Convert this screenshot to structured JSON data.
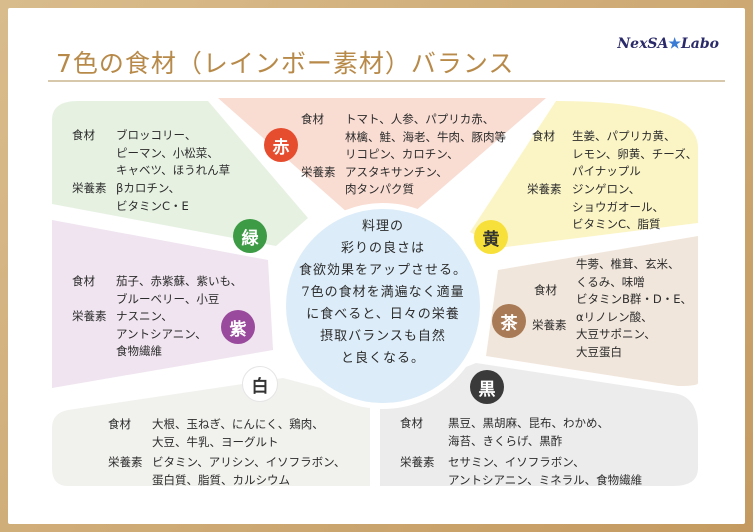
{
  "title": "7色の食材（レインボー素材）バランス",
  "brand": {
    "left": "NexSA",
    "star": "★",
    "right": "Labo"
  },
  "center_text": [
    "料理の",
    "彩りの良さは",
    "食欲効果をアップさせる。",
    "7色の食材を満遍なく適量",
    "に食べると、日々の栄養",
    "摂取バランスも自然",
    "と良くなる。"
  ],
  "labels": {
    "food": "食材",
    "nutrient": "栄養素"
  },
  "colors": {
    "red": "#f9dcd2",
    "yellow": "#fbf5c6",
    "brown": "#f1e6db",
    "black": "#ececec",
    "white": "#f1f2ee",
    "purple": "#efe4ef",
    "green": "#e6f1e2",
    "red_badge": "#e64c2e",
    "yellow_badge": "#f7e03a",
    "brown_badge": "#a87a55",
    "black_badge": "#3a3a3a",
    "white_badge": "#ffffff",
    "purple_badge": "#9a4a9c",
    "green_badge": "#3d9a45",
    "center_fill": "#dcecf8",
    "title": "#b88a4a"
  },
  "segments": {
    "red": {
      "name": "赤",
      "food": [
        "トマト、人参、パプリカ赤、",
        "林檎、鮭、海老、牛肉、豚肉等"
      ],
      "nutrient": [
        "リコピン、カロチン、",
        "アスタキサンチン、",
        "肉タンパク質"
      ]
    },
    "yellow": {
      "name": "黄",
      "food": [
        "生姜、パプリカ黄、",
        "レモン、卵黄、チーズ、",
        "パイナップル"
      ],
      "nutrient": [
        "ジンゲロン、",
        "ショウガオール、",
        "ビタミンC、脂質"
      ]
    },
    "brown": {
      "name": "茶",
      "food": [
        "牛蒡、椎茸、玄米、",
        "くるみ、味噌"
      ],
      "nutrient": [
        "ビタミンB群・D・E、",
        "αリノレン酸、",
        "大豆サポニン、",
        "大豆蛋白"
      ]
    },
    "black": {
      "name": "黒",
      "food": [
        "黒豆、黒胡麻、昆布、わかめ、",
        "海苔、きくらげ、黒酢"
      ],
      "nutrient": [
        "セサミン、イソフラボン、",
        "アントシアニン、ミネラル、食物繊維"
      ]
    },
    "white": {
      "name": "白",
      "food": [
        "大根、玉ねぎ、にんにく、鶏肉、",
        "大豆、牛乳、ヨーグルト"
      ],
      "nutrient": [
        "ビタミン、アリシン、イソフラボン、",
        "蛋白質、脂質、カルシウム"
      ]
    },
    "purple": {
      "name": "紫",
      "food": [
        "茄子、赤紫蘇、紫いも、",
        "ブルーベリー、小豆"
      ],
      "nutrient": [
        "ナスニン、",
        "アントシアニン、",
        "食物繊維"
      ]
    },
    "green": {
      "name": "緑",
      "food": [
        "ブロッコリー、",
        "ピーマン、小松菜、",
        "キャベツ、ほうれん草"
      ],
      "nutrient": [
        "βカロチン、",
        "ビタミンC・E"
      ]
    }
  }
}
